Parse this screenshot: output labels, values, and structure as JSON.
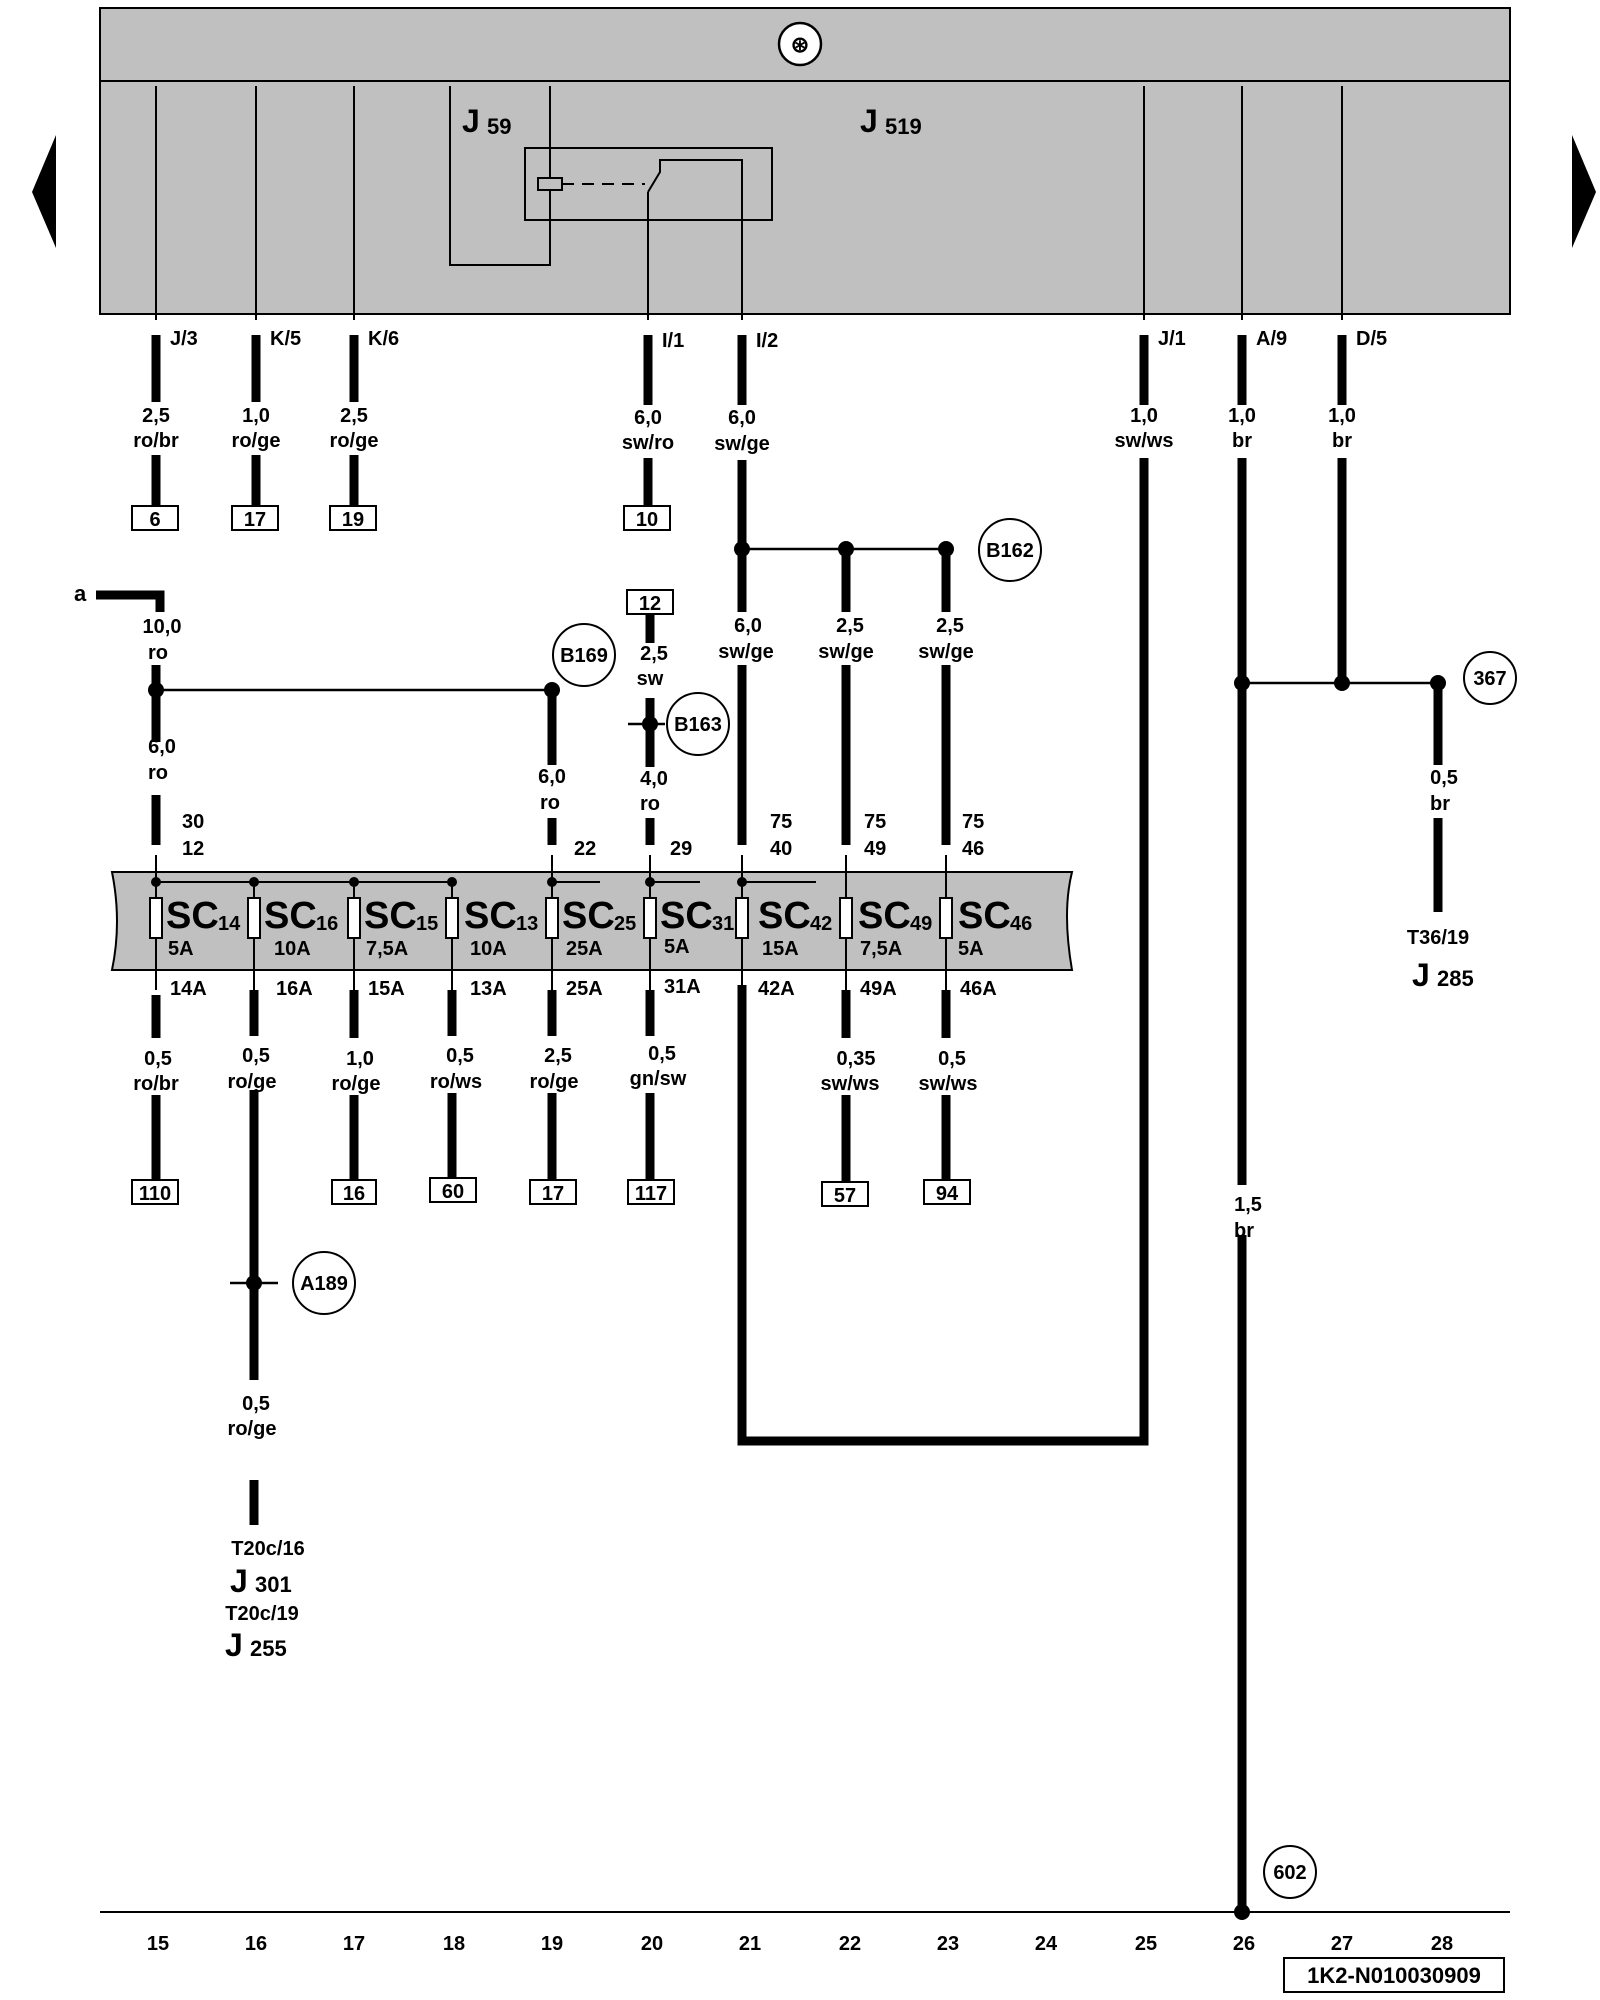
{
  "diagram_id": "1K2-N010030909",
  "top_module": {
    "symbol": "⊛",
    "relay": "J",
    "relay_num": "59",
    "module": "J",
    "module_num": "519"
  },
  "nav": {
    "left": "◀",
    "right": "▶"
  },
  "fuse_holder": "SC",
  "connectors_top": [
    "J/3",
    "K/5",
    "K/6",
    "I/1",
    "I/2",
    "J/1",
    "A/9",
    "D/5"
  ],
  "wires_top": [
    {
      "size": "2,5",
      "color": "ro/br"
    },
    {
      "size": "1,0",
      "color": "ro/ge"
    },
    {
      "size": "2,5",
      "color": "ro/ge"
    },
    {
      "size": "6,0",
      "color": "sw/ro"
    },
    {
      "size": "6,0",
      "color": "sw/ge"
    },
    {
      "size": "1,0",
      "color": "sw/ws"
    },
    {
      "size": "1,0",
      "color": "br"
    },
    {
      "size": "1,0",
      "color": "br"
    }
  ],
  "refs_top": [
    "6",
    "17",
    "19",
    "10"
  ],
  "splices": [
    "B162",
    "B169",
    "B163",
    "367",
    "A189",
    "602"
  ],
  "terminal_a": "a",
  "wires_mid": [
    {
      "size": "10,0",
      "color": "ro"
    },
    {
      "size": "6,0",
      "color": "ro"
    },
    {
      "size": "6,0",
      "color": "ro"
    },
    {
      "size": "2,5",
      "color": "sw"
    },
    {
      "size": "4,0",
      "color": "ro"
    },
    {
      "size": "6,0",
      "color": "sw/ge"
    },
    {
      "size": "2,5",
      "color": "sw/ge"
    },
    {
      "size": "2,5",
      "color": "sw/ge"
    },
    {
      "size": "0,5",
      "color": "br"
    }
  ],
  "ref_12": "12",
  "fuse_pins": [
    "30",
    "12",
    "22",
    "29",
    "75",
    "40",
    "75",
    "49",
    "75",
    "46"
  ],
  "fuses": [
    {
      "num": "14",
      "amp": "5A",
      "out": "14A"
    },
    {
      "num": "16",
      "amp": "10A",
      "out": "16A"
    },
    {
      "num": "15",
      "amp": "7,5A",
      "out": "15A"
    },
    {
      "num": "13",
      "amp": "10A",
      "out": "13A"
    },
    {
      "num": "25",
      "amp": "25A",
      "out": "25A"
    },
    {
      "num": "31",
      "amp": "5A",
      "out": "31A"
    },
    {
      "num": "42",
      "amp": "15A",
      "out": "42A"
    },
    {
      "num": "49",
      "amp": "7,5A",
      "out": "49A"
    },
    {
      "num": "46",
      "amp": "5A",
      "out": "46A"
    }
  ],
  "wires_bottom": [
    {
      "size": "0,5",
      "color": "ro/br"
    },
    {
      "size": "0,5",
      "color": "ro/ge"
    },
    {
      "size": "1,0",
      "color": "ro/ge"
    },
    {
      "size": "0,5",
      "color": "ro/ws"
    },
    {
      "size": "2,5",
      "color": "ro/ge"
    },
    {
      "size": "0,5",
      "color": "gn/sw"
    },
    {
      "size": "0,35",
      "color": "sw/ws"
    },
    {
      "size": "0,5",
      "color": "sw/ws"
    }
  ],
  "refs_bottom": [
    "110",
    "16",
    "60",
    "17",
    "117",
    "57",
    "94"
  ],
  "wire_a189_below": {
    "size": "0,5",
    "color": "ro/ge"
  },
  "wire_br_long": {
    "size": "1,5",
    "color": "br"
  },
  "dest_t36": {
    "pin": "T36/19",
    "comp": "J",
    "num": "285"
  },
  "dest_j301": {
    "pin": "T20c/16",
    "comp": "J",
    "num": "301"
  },
  "dest_j255": {
    "pin": "T20c/19",
    "comp": "J",
    "num": "255"
  },
  "tracks": [
    "15",
    "16",
    "17",
    "18",
    "19",
    "20",
    "21",
    "22",
    "23",
    "24",
    "25",
    "26",
    "27",
    "28"
  ]
}
